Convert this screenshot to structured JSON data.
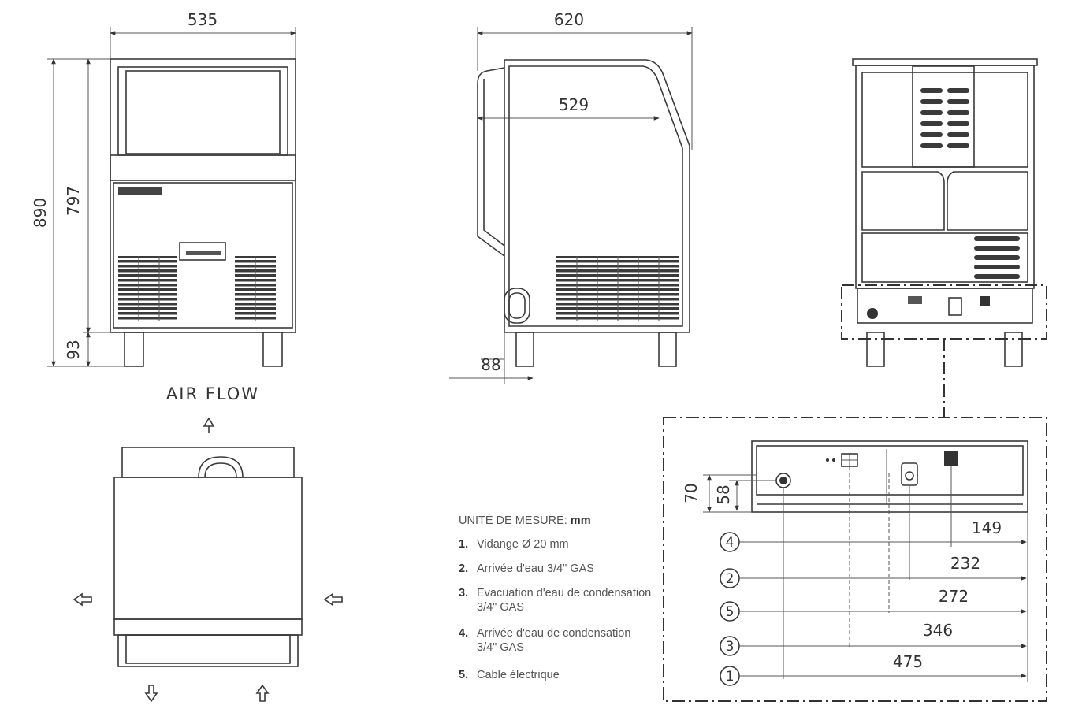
{
  "front_view": {
    "width": "535",
    "total_height": "890",
    "body_height": "797",
    "leg_height": "93"
  },
  "side_view": {
    "depth": "620",
    "inner_depth": "529",
    "drain_height": "88"
  },
  "top_view": {
    "airflow_label": "AIR FLOW"
  },
  "legend": {
    "title_label": "UNITÉ DE MESURE: ",
    "title_unit": "mm",
    "items": [
      {
        "num": "1.",
        "line1": "Vidange Ø 20 mm",
        "line2": ""
      },
      {
        "num": "2.",
        "line1": "Arrivée d'eau 3/4\" GAS",
        "line2": ""
      },
      {
        "num": "3.",
        "line1": "Evacuation d'eau de condensation",
        "line2": "3/4\" GAS"
      },
      {
        "num": "4.",
        "line1": "Arrivée d'eau de condensation",
        "line2": "3/4\" GAS"
      },
      {
        "num": "5.",
        "line1": "Cable électrique",
        "line2": ""
      }
    ]
  },
  "rear_detail": {
    "height_outer": "70",
    "height_inner": "58",
    "connections": [
      {
        "id": "4",
        "dist": "149"
      },
      {
        "id": "2",
        "dist": "232"
      },
      {
        "id": "5",
        "dist": "272"
      },
      {
        "id": "3",
        "dist": "346"
      },
      {
        "id": "1",
        "dist": "475"
      }
    ]
  }
}
